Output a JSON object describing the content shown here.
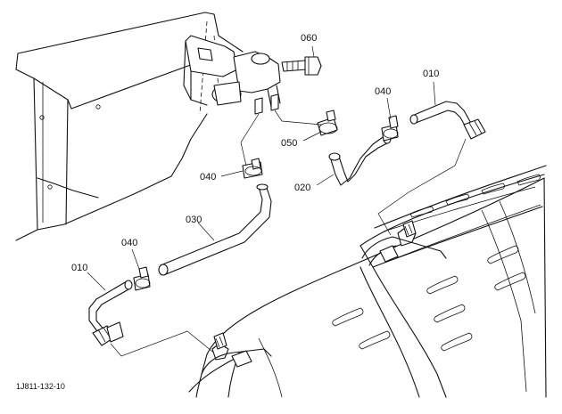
{
  "diagram": {
    "drawing_code": "1J811-132-10",
    "callouts": [
      {
        "id": "060",
        "label": "060"
      },
      {
        "id": "010-right",
        "label": "010"
      },
      {
        "id": "040-upper-right",
        "label": "040"
      },
      {
        "id": "050",
        "label": "050"
      },
      {
        "id": "020",
        "label": "020"
      },
      {
        "id": "040-middle",
        "label": "040"
      },
      {
        "id": "030",
        "label": "030"
      },
      {
        "id": "040-lower-left",
        "label": "040"
      },
      {
        "id": "010-left",
        "label": "010"
      }
    ]
  }
}
